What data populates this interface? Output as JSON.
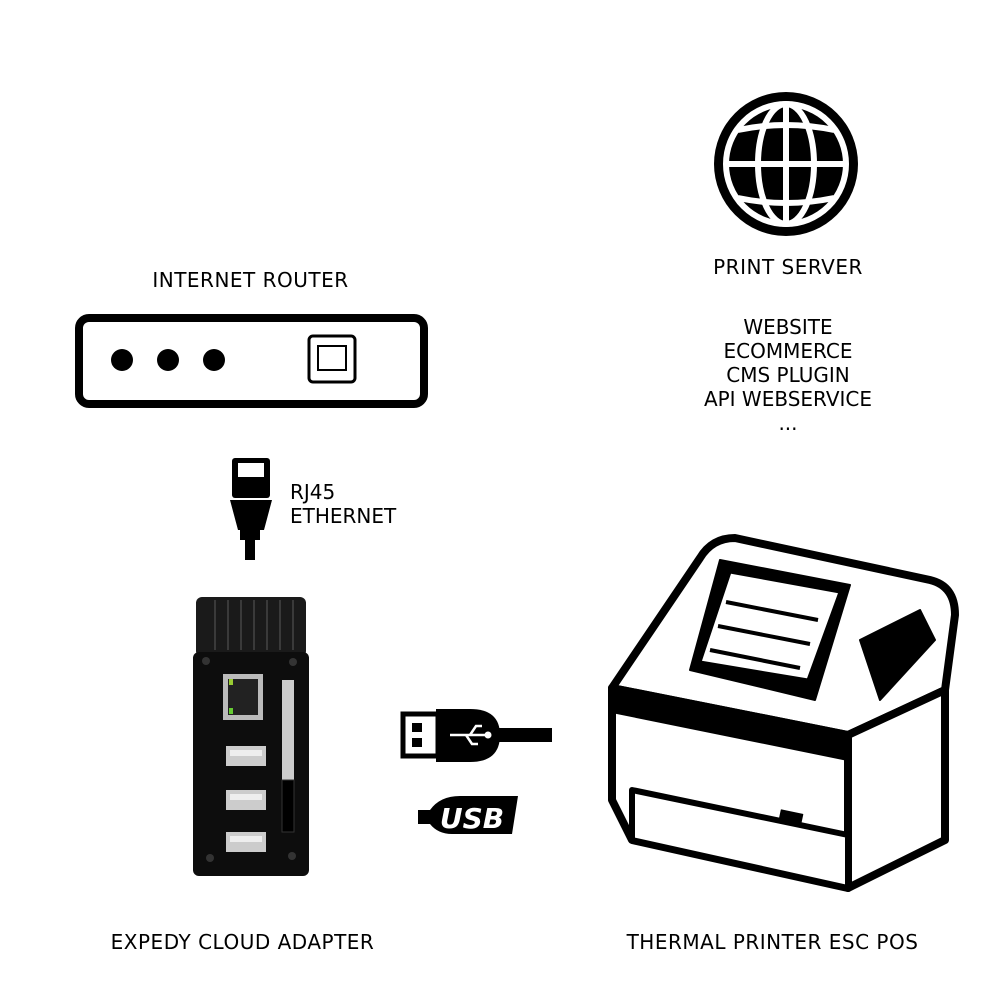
{
  "labels": {
    "router": "INTERNET ROUTER",
    "print_server": "PRINT SERVER",
    "services": [
      "WEBSITE",
      "ECOMMERCE",
      "CMS PLUGIN",
      "API WEBSERVICE",
      "..."
    ],
    "cable": [
      "RJ45",
      "ETHERNET"
    ],
    "adapter": "EXPEDY CLOUD ADAPTER",
    "printer": "THERMAL PRINTER ESC POS"
  },
  "usb_badge": "USB"
}
